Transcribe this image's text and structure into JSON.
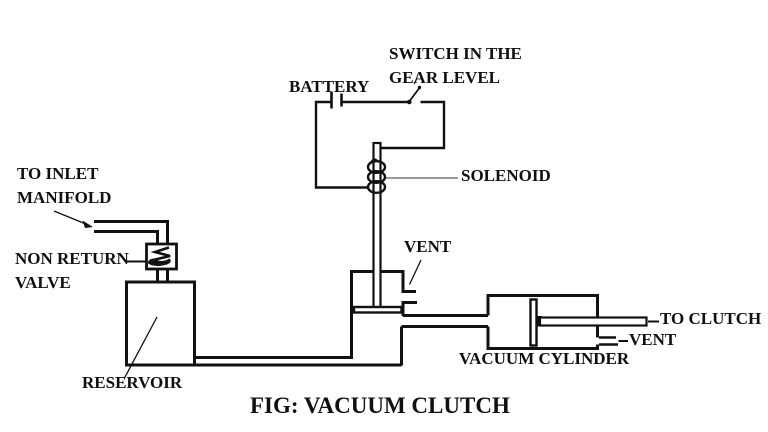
{
  "figure": {
    "title": "FIG: VACUUM CLUTCH",
    "ink_color": "#111111",
    "background_color": "#ffffff"
  },
  "labels": {
    "battery": "BATTERY",
    "switch_line1": "SWITCH IN THE",
    "switch_line2": "GEAR LEVEL",
    "solenoid": "SOLENOID",
    "vent_valve": "VENT",
    "inlet_line1": "TO INLET",
    "inlet_line2": "MANIFOLD",
    "non_return_line1": "NON RETURN",
    "non_return_line2": "VALVE",
    "reservoir": "RESERVOIR",
    "vacuum_cylinder": "VACUUM CYLINDER",
    "to_clutch": "TO CLUTCH",
    "vent_cylinder": "VENT"
  }
}
